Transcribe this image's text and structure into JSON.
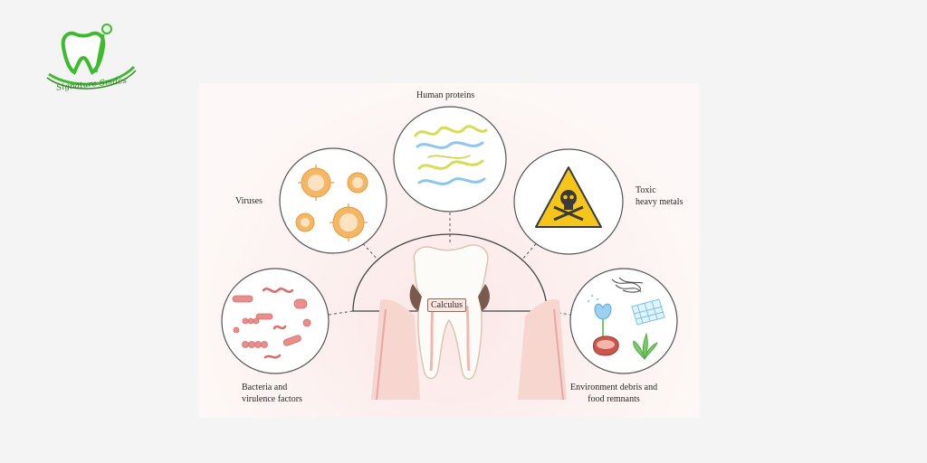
{
  "logo": {
    "text": "Signature Smiles",
    "brand_color": "#3dbb2f"
  },
  "diagram": {
    "center_label": "Calculus",
    "components": {
      "human_proteins": "Human proteins",
      "viruses": "Viruses",
      "toxic_metals_line1": "Toxic",
      "toxic_metals_line2": "heavy metals",
      "bacteria_line1": "Bacteria and",
      "bacteria_line2": "virulence factors",
      "environment_line1": "Environment debris and",
      "environment_line2": "food remnants"
    },
    "colors": {
      "virus": "#f3b766",
      "warning_sign": "#f5c519",
      "bacteria": "#e98e8a",
      "protein_yellow": "#d6dc55",
      "protein_blue": "#8ec7ea"
    },
    "icons": [
      "virus-icon",
      "protein-icon",
      "warning-skull-icon",
      "bacteria-icon",
      "flower-icon",
      "mesh-icon",
      "fiber-icon",
      "meat-icon",
      "plant-icon"
    ]
  }
}
